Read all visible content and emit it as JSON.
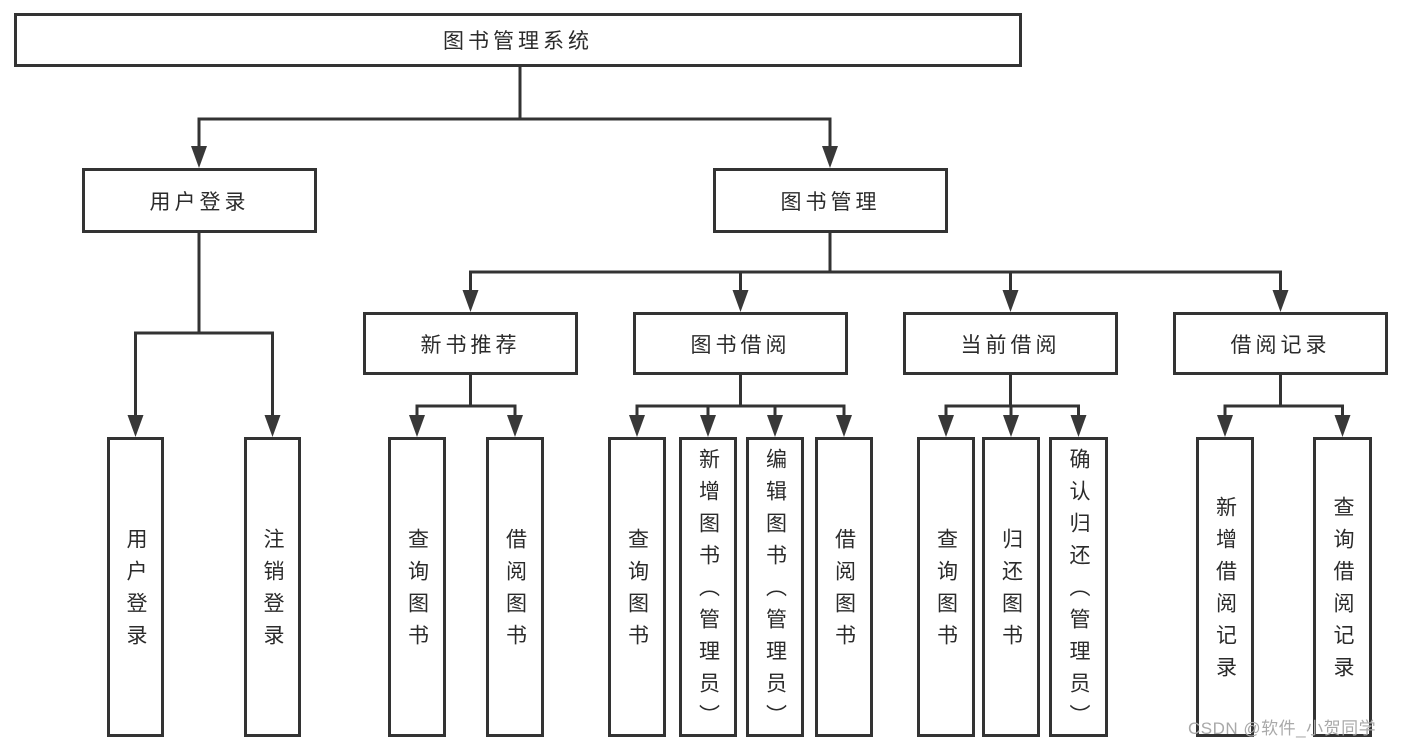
{
  "diagram": {
    "root": {
      "label": "图书管理系统"
    },
    "level2": [
      {
        "id": "user-login",
        "label": "用户登录"
      },
      {
        "id": "book-management",
        "label": "图书管理"
      }
    ],
    "level3": [
      {
        "id": "new-book-recommend",
        "label": "新书推荐"
      },
      {
        "id": "book-borrow",
        "label": "图书借阅"
      },
      {
        "id": "current-borrow",
        "label": "当前借阅"
      },
      {
        "id": "borrow-records",
        "label": "借阅记录"
      }
    ],
    "children": {
      "user_login": [
        {
          "label": "用户登录"
        },
        {
          "label": "注销登录"
        }
      ],
      "new_book_recommend": [
        {
          "label": "查询图书"
        },
        {
          "label": "借阅图书"
        }
      ],
      "book_borrow": [
        {
          "label": "查询图书"
        },
        {
          "label": "新增图书（管理员）"
        },
        {
          "label": "编辑图书（管理员）"
        },
        {
          "label": "借阅图书"
        }
      ],
      "current_borrow": [
        {
          "label": "查询图书"
        },
        {
          "label": "归还图书"
        },
        {
          "label": "确认归还（管理员）"
        }
      ],
      "borrow_records": [
        {
          "label": "新增借阅记录"
        },
        {
          "label": "查询借阅记录"
        }
      ]
    }
  },
  "watermark": {
    "text": "CSDN @软件_小贺同学"
  },
  "colors": {
    "line": "#333333",
    "border": "#333333",
    "text": "#2b2b2b",
    "background": "#ffffff",
    "watermark": "#a9a9a9"
  }
}
